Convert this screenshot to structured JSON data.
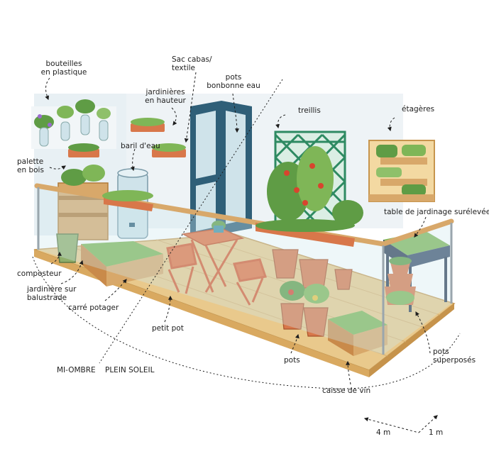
{
  "labels": {
    "bouteilles": [
      "bouteilles",
      "en plastique"
    ],
    "sac_cabas": [
      "Sac cabas/",
      "textile"
    ],
    "pots_bonbonne": [
      "pots",
      "bonbonne eau"
    ],
    "jardinieres_hauteur": [
      "jardinières",
      "en hauteur"
    ],
    "treillis": "treillis",
    "etageres": "étagères",
    "palette": [
      "palette",
      "en bois"
    ],
    "baril": "baril d'eau",
    "table_jardinage": "table de jardinage surélevée",
    "composteur": "composteur",
    "jardiniere_balustrade": [
      "jardinière sur",
      "balustrade"
    ],
    "carre_potager": "carré potager",
    "petit_pot": "petit pot",
    "pots": "pots",
    "pots_superposes": [
      "pots",
      "superposés"
    ],
    "caisse_de_vin": "caisse de vin",
    "mi_ombre": "MI-OMBRE",
    "plein_soleil": "PLEIN SOLEIL"
  },
  "scale": {
    "length": "4 m",
    "width": "1 m"
  },
  "colors": {
    "deck": "#e9c98c",
    "deck_edge": "#d9a960",
    "wall": "#eef3f6",
    "door": "#2f5f78",
    "trellis": "#2e8a62",
    "rail_wood": "#d8a86a",
    "glass": "#cfe8ee",
    "pot": "#d8774a",
    "leaf": "#5f9c45",
    "tomato": "#d8442e",
    "table_leg": "#2d3d55",
    "ink": "#1e1e1e"
  }
}
